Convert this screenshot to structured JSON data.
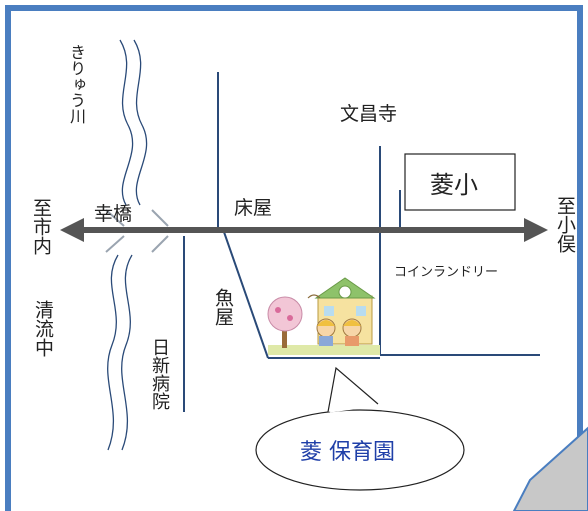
{
  "colors": {
    "frame": "#4a7ec0",
    "road": "#2a4a78",
    "river": "#2a4a78",
    "arrow": "#555555",
    "callout_text": "#1f3fa8",
    "triangle_fill": "#c8c8c8",
    "triangle_stroke": "#4a7ec0"
  },
  "labels": {
    "river": "きりゅう川",
    "bunshoji": "文昌寺",
    "ryosho": "菱小",
    "to_shinai": "至市内",
    "to_omata": "至小俣",
    "saiwaibashi": "幸橋",
    "tokoya": "床屋",
    "coin_laundry": "コインランドリー",
    "uoya": "魚屋",
    "seiryu_chu": "清流中",
    "nisshin_hospital": "日新病院",
    "callout": "菱 保育園"
  },
  "icons": {
    "school_illustration": "kindergarten-children-icon",
    "direction_pointer": "pointer-triangle-icon"
  }
}
